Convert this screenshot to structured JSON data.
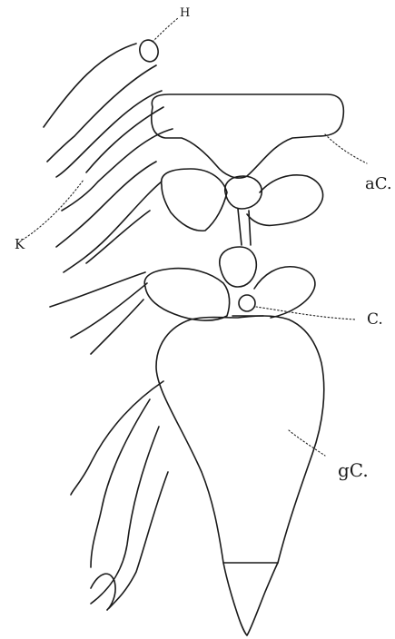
{
  "labels": {
    "H": "H",
    "aC": "aC.",
    "K": "K",
    "C": "C.",
    "gC": "gC."
  }
}
